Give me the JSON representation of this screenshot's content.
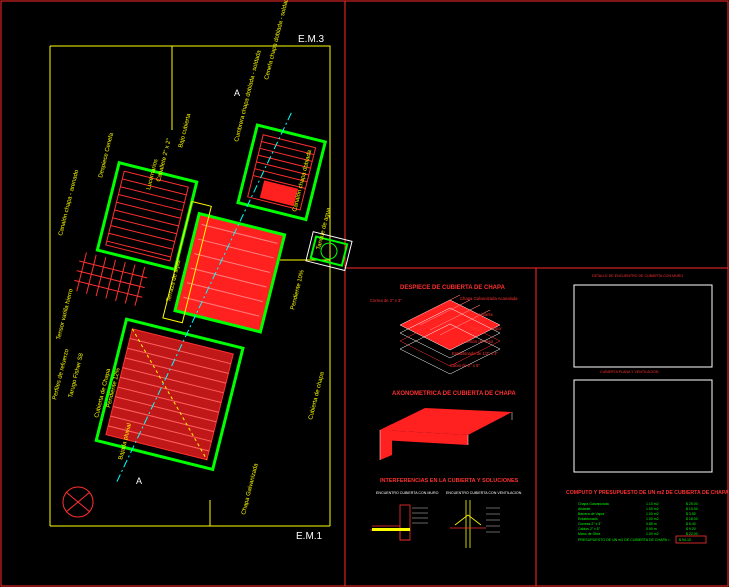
{
  "plan": {
    "label_em3": "E.M.3",
    "label_em1": "E.M.1",
    "section_a_top": "A",
    "section_a_bottom": "A",
    "annotations": [
      "Cumbrera chapa doblada - soldada",
      "Despiece Cenefa",
      "Canalón chapa - arenado",
      "Cenefa chapa doblada - soldada",
      "Tensor varilla hierro",
      "Perfiles de refuerzo",
      "Tarugo Fisher S8",
      "Cubierta de Chapa",
      "Pendiente 12%",
      "Terraza de tejas",
      "Bajada pluvial",
      "Lucernarios",
      "Caballete 2\" x 2\"",
      "Bajo cubierta",
      "Chapa Galvanizada",
      "Cubierta de chapa",
      "Pendiente 10%",
      "Canalón chapa doblada",
      "Tanque de agua"
    ]
  },
  "panels": {
    "despiece": {
      "title": "DESPIECE DE CUBIERTA DE CHAPA",
      "labels": [
        "Correa de 2\" x 3\"",
        "Chapa Galvanizada Acanalada",
        "Aislante",
        "Barrera de Vapor",
        "Listón de Yeso",
        "Entablonado de 1/2\" x 4\"",
        "Cabio de 2\" x 5\""
      ]
    },
    "axono": {
      "title": "AXONOMETRICA DE CUBIERTA DE CHAPA"
    },
    "interferencias": {
      "title": "INTERFERENCIAS EN LA CUBIERTA Y SOLUCIONES",
      "sub_left": "ENCUENTRO CUBIERTA CON MURO",
      "sub_right": "ENCUENTRO CUBIERTA CON VENTILACION"
    },
    "right": {
      "box1_title": "DETALLE DE ENCUENTRO DE CUBIERTA CON MURO",
      "box2_title": "CUBIERTA PLANA Y VENTILACION",
      "budget_title": "COMPUTO Y PRESUPUESTO DE UN m2 DE CUBIERTA DE CHAPA",
      "budget_rows": [
        [
          "Chapa Galvanizada",
          "1.10 m2",
          "$ 25.00"
        ],
        [
          "Aislante",
          "1.00 m2",
          "$ 10.00"
        ],
        [
          "Barrera de Vapor",
          "1.00 m2",
          "$ 3.50"
        ],
        [
          "Entablonado",
          "1.00 m2",
          "$ 18.00"
        ],
        [
          "Correas 2\" x 3\"",
          "0.85 m",
          "$ 6.40"
        ],
        [
          "Cabios 2\" x 5\"",
          "0.90 m",
          "$ 9.20"
        ],
        [
          "Mano de Obra",
          "1.00 m2",
          "$ 22.00"
        ]
      ],
      "total_label": "PRESUPUESTO DE UN m2 DE CUBIERTA DE CHAPA =",
      "total_value": "$ 94.10"
    }
  }
}
